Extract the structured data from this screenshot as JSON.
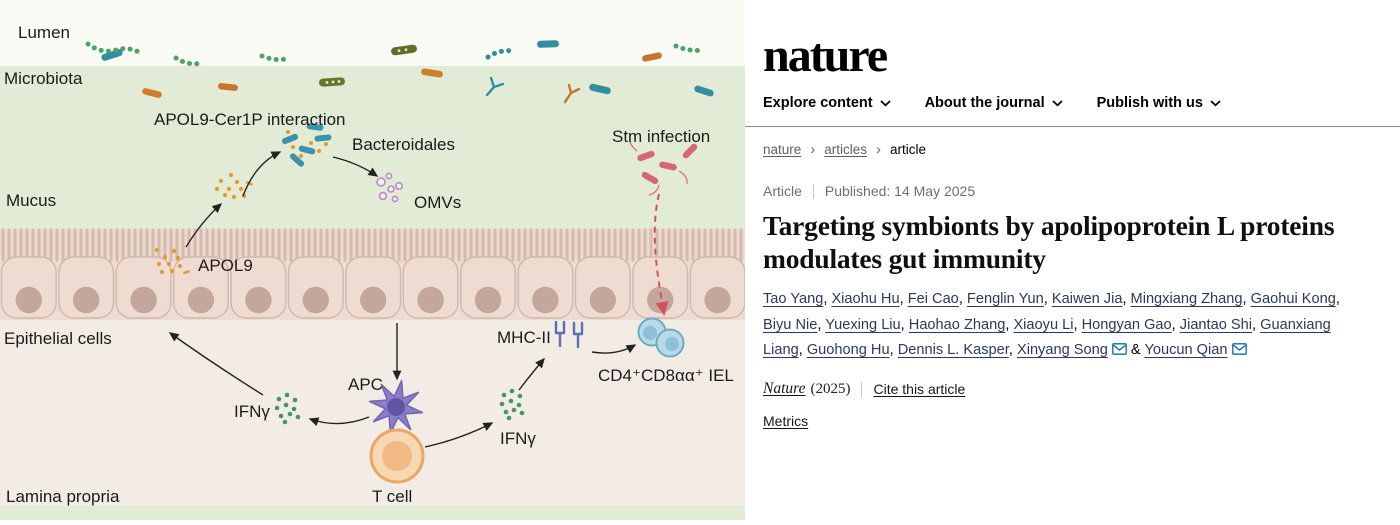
{
  "colors": {
    "author-link": "#2b3a55",
    "envelope-blue": "#0a69a7",
    "mucus-green": "#e1ebd5",
    "epithelium-pink": "#ecdcd3",
    "lamina-pink": "#f2ece5",
    "stm-red": "#d4505f",
    "ifng-green": "#3f9a5f",
    "apol9-orange": "#e09b2d",
    "apc-purple": "#8a7ec6",
    "tcell-orange": "#f7d8b2",
    "iel-blue": "#b8dae8"
  },
  "diagram": {
    "labels": {
      "lumen": "Lumen",
      "microbiota": "Microbiota",
      "apol9_cer1p": "APOL9-Cer1P interaction",
      "bacteroidales": "Bacteroidales",
      "stm_infection": "Stm infection",
      "mucus": "Mucus",
      "omvs": "OMVs",
      "apol9": "APOL9",
      "epithelial_cells": "Epithelial cells",
      "mhc2": "MHC-II",
      "cd4_iel": "CD4⁺CD8αα⁺ IEL",
      "apc": "APC",
      "ifng_left": "IFNγ",
      "ifng_right": "IFNγ",
      "t_cell": "T cell",
      "lamina_propria": "Lamina propria"
    }
  },
  "site": {
    "logo": "nature",
    "nav": [
      {
        "label": "Explore content"
      },
      {
        "label": "About the journal"
      },
      {
        "label": "Publish with us"
      }
    ],
    "breadcrumb": [
      {
        "label": "nature"
      },
      {
        "label": "articles"
      },
      {
        "label": "article"
      }
    ],
    "breadcrumb_separator": "›"
  },
  "article": {
    "type_label": "Article",
    "published": "Published: 14 May 2025",
    "title": "Targeting symbionts by apolipoprotein L proteins modulates gut immunity",
    "authors": [
      {
        "name": "Tao Yang"
      },
      {
        "name": "Xiaohu Hu"
      },
      {
        "name": "Fei Cao"
      },
      {
        "name": "Fenglin Yun"
      },
      {
        "name": "Kaiwen Jia"
      },
      {
        "name": "Mingxiang Zhang"
      },
      {
        "name": "Gaohui Kong"
      },
      {
        "name": "Biyu Nie"
      },
      {
        "name": "Yuexing Liu"
      },
      {
        "name": "Haohao Zhang"
      },
      {
        "name": "Xiaoyu Li"
      },
      {
        "name": "Hongyan Gao"
      },
      {
        "name": "Jiantao Shi"
      },
      {
        "name": "Guanxiang Liang"
      },
      {
        "name": "Guohong Hu"
      },
      {
        "name": "Dennis L. Kasper"
      },
      {
        "name": "Xinyang Song",
        "email": true
      },
      {
        "name": "Youcun Qian",
        "email": true
      }
    ],
    "author_separator": ", ",
    "author_conjunction": " & ",
    "journal": "Nature",
    "year": "(2025)",
    "cite": "Cite this article",
    "metrics": "Metrics"
  }
}
